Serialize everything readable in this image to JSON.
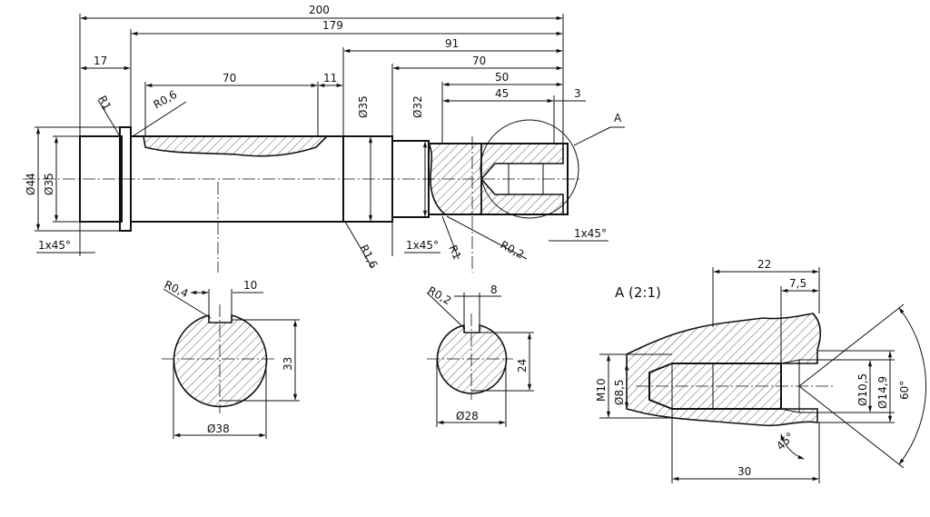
{
  "dims": {
    "d200": "200",
    "d179": "179",
    "d91": "91",
    "d70a": "70",
    "d70b": "70",
    "d17": "17",
    "d11": "11",
    "d50": "50",
    "d45": "45",
    "d3": "3",
    "dia44": "Ø44",
    "dia35a": "Ø35",
    "dia35b": "Ø35",
    "dia32": "Ø32",
    "r1a": "R1",
    "r06": "R0,6",
    "r16": "R1,6",
    "r1b": "R1",
    "r02a": "R0,2",
    "ch1": "1x45°",
    "ch2": "1x45°",
    "ch3": "1x45°",
    "detail_ref": "A"
  },
  "section1": {
    "r04": "R0,4",
    "w10": "10",
    "h33": "33",
    "dia38": "Ø38"
  },
  "section2": {
    "r02": "R0,2",
    "w8": "8",
    "h24": "24",
    "dia28": "Ø28"
  },
  "detail": {
    "title": "A  (2:1)",
    "d22": "22",
    "d75": "7,5",
    "d30": "30",
    "m10": "M10",
    "dia85": "Ø8,5",
    "dia105": "Ø10,5",
    "dia149": "Ø14,9",
    "a60": "60°",
    "a45": "45°"
  }
}
